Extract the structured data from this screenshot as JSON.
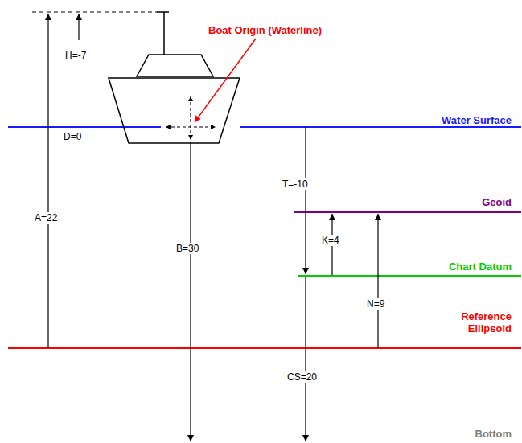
{
  "diagram": {
    "labels": [
      "H=-7",
      "Boat Origin (Waterline)",
      "Water Surface",
      "D=0",
      "T=-10",
      "Geoid",
      "A=22",
      "K=4",
      "B=30",
      "Chart Datum",
      "N=9",
      "Reference Ellipsoid",
      "CS=20",
      "Bottom"
    ]
  }
}
